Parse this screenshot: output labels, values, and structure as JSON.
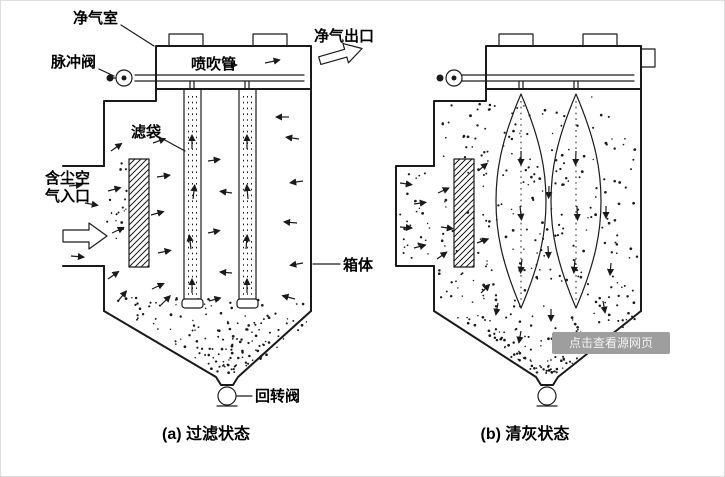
{
  "diagram": {
    "labels": {
      "clean_air_chamber": "净气室",
      "pulse_valve": "脉冲阀",
      "blow_pipe": "喷吹管",
      "clean_air_outlet": "净气出口",
      "filter_bag": "滤袋",
      "dusty_air_inlet_line1": "含尘空",
      "dusty_air_inlet_line2": "气入口",
      "housing": "箱体",
      "rotary_valve": "回转阀"
    },
    "captions": {
      "a": "(a) 过滤状态",
      "b": "(b) 清灰状态"
    },
    "watermark": "点击查看源网页",
    "colors": {
      "line": "#1a1a1a",
      "watermark_bg": "#9e9e9e",
      "watermark_text": "#f2f2f2"
    }
  }
}
